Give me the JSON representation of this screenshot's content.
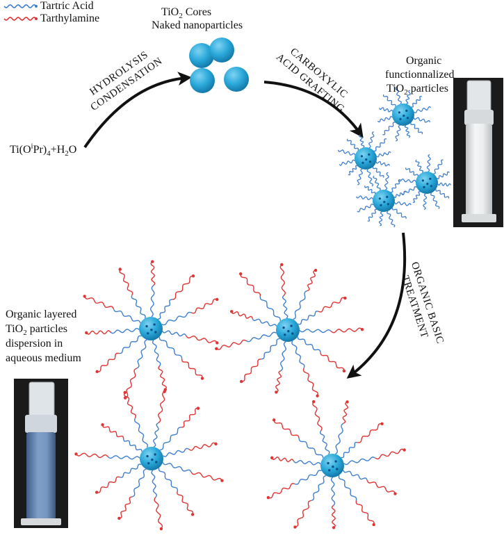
{
  "legend": {
    "tartric": "Tartric Acid",
    "tarthylamine": "Tarthylamine"
  },
  "labels": {
    "precursor": {
      "pre": "Ti(O",
      "sup": "i",
      "mid": "Pr)",
      "sub": "4",
      "post": "+H",
      "sub2": "2",
      "end": "O"
    },
    "cores": {
      "pre": "TiO",
      "sub": "2",
      "post": " Cores",
      "line2": "Naked nanoparticles"
    },
    "functionalized": {
      "line1": "Organic",
      "line2": "functionnalized",
      "line3pre": "TiO",
      "line3sub": "2",
      "line3post": " particles"
    },
    "layered": {
      "line1": "Organic layered",
      "line2pre": "TiO",
      "line2sub": "2",
      "line2post": " particles",
      "line3": "dispersion in",
      "line4": "aqueous medium"
    }
  },
  "steps": {
    "hydrolysis": {
      "line1": "HYDROLYSIS",
      "line2": "CONDENSATION"
    },
    "carboxylic": {
      "line1": "CARBOXYLIC",
      "line2": "ACID GRAFTING"
    },
    "basic": {
      "line1": "ORGANIC BASIC",
      "line2": "TREATMENT"
    }
  },
  "colors": {
    "particle": "#29a8d9",
    "particle_dark": "#1377a8",
    "spot": "#0d4f88",
    "blue_chain": "#3f7fd0",
    "red_chain": "#e03434",
    "arrow": "#111111"
  }
}
